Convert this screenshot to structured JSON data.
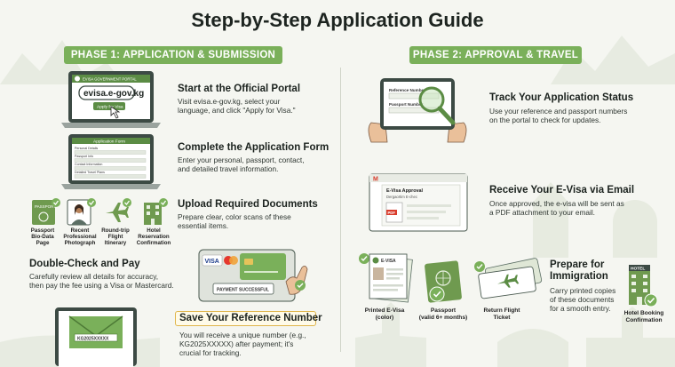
{
  "title": "Step-by-Step Application Guide",
  "phase1": {
    "label": "PHASE 1: APPLICATION & SUBMISSION",
    "steps": [
      {
        "heading": "Start at the Official Portal",
        "lines": [
          "Visit evisa.e-gov.kg, select your",
          "language, and click \"Apply for Visa.\""
        ]
      },
      {
        "heading": "Complete the Application Form",
        "lines": [
          "Enter your personal, passport, contact,",
          "and detailed travel information."
        ]
      },
      {
        "heading": "Upload Required Documents",
        "lines": [
          "Prepare clear, color scans of these",
          "essential items."
        ]
      },
      {
        "heading": "Double-Check and Pay",
        "lines": [
          "Carefully review all details for accuracy,",
          "then pay the fee using a Visa or Mastercard."
        ]
      },
      {
        "heading": "Save Your Reference Number",
        "lines": [
          "You will receive a unique number (e.g.,",
          "KG2025XXXXX) after payment; it's",
          "crucial for tracking."
        ]
      }
    ],
    "portal": {
      "small_header": "EVISA GOVERNMENT PORTAL",
      "url": "evisa.e-gov.kg",
      "button": "Apply for Visa"
    },
    "form": {
      "title": "Application Form",
      "fields": [
        "Personal Details",
        "Passport Info",
        "Contact Information",
        "Detailed Travel Plans"
      ]
    },
    "documents": [
      {
        "label": [
          "Passport",
          "Bio-Data",
          "Page"
        ],
        "icon_text": "PASSPORT"
      },
      {
        "label": [
          "Recent",
          "Professional",
          "Photograph"
        ]
      },
      {
        "label": [
          "Round-trip",
          "Flight",
          "Itinerary"
        ]
      },
      {
        "label": [
          "Hotel",
          "Reservation",
          "Confirmation"
        ]
      }
    ],
    "payment": {
      "visa": "VISA",
      "status": "PAYMENT SUCCESSFUL"
    },
    "envelope_text": "KG2025XXXXX"
  },
  "phase2": {
    "label": "PHASE 2: APPROVAL & TRAVEL",
    "steps": [
      {
        "heading": "Track Your Application Status",
        "lines": [
          "Use your reference and passport numbers",
          "on the portal to check for updates."
        ]
      },
      {
        "heading": "Receive Your E-Visa via Email",
        "lines": [
          "Once approved, the e-visa will be sent as",
          "a PDF attachment to your email."
        ]
      },
      {
        "heading": "Prepare for",
        "heading2": "Immigration",
        "lines": [
          "Carry printed copies",
          "of these documents",
          "for a smooth entry."
        ]
      }
    ],
    "tracker": {
      "field1": "Reference Number",
      "field2": "Passport Number"
    },
    "email": {
      "subject": "E-Visa Approval",
      "sender": "Dergaortim E-chec",
      "attachment": "PDF"
    },
    "travel_docs": [
      {
        "label": [
          "Printed E-Visa",
          "(color)"
        ],
        "icon_text": "E-VISA"
      },
      {
        "label": [
          "Passport",
          "(valid 6+ months)"
        ]
      },
      {
        "label": [
          "Return Flight",
          "Ticket"
        ]
      },
      {
        "label": [
          "Hotel Booking",
          "Confirmation"
        ],
        "icon_text": "HOTEL"
      }
    ]
  },
  "colors": {
    "accent": "#7ab05a",
    "title": "#1d2420",
    "highlight": "#e0b54b",
    "background": "#f5f6f1"
  }
}
